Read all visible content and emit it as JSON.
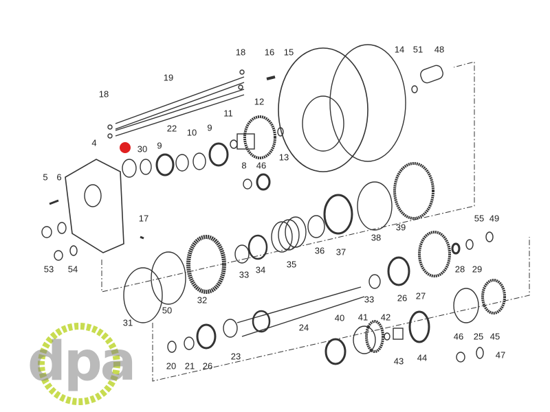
{
  "diagram": {
    "title": "Transmission PTO exploded parts view",
    "callouts": [
      "18",
      "16",
      "15",
      "14",
      "51",
      "48",
      "19",
      "18",
      "11",
      "12",
      "22",
      "10",
      "9",
      "4",
      "30",
      "9",
      "13",
      "8",
      "46",
      "5",
      "6",
      "17",
      "55",
      "49",
      "53",
      "54",
      "36",
      "37",
      "38",
      "39",
      "33",
      "34",
      "35",
      "28",
      "29",
      "31",
      "50",
      "32",
      "33",
      "26",
      "27",
      "24",
      "40",
      "41",
      "42",
      "46",
      "25",
      "45",
      "43",
      "44",
      "47",
      "20",
      "21",
      "26",
      "23"
    ],
    "highlight_color": "#e02020",
    "watermark": {
      "text": "dpa",
      "accent_color": "#c8dc50",
      "text_color": "#8a8a8a"
    }
  }
}
